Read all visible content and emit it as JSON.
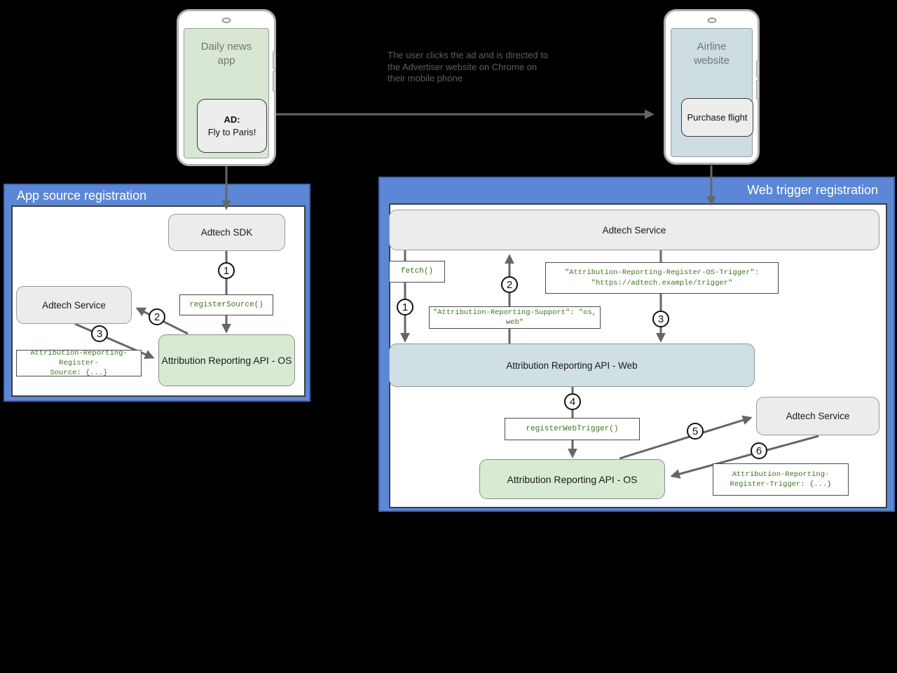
{
  "annotation": {
    "text": "The user clicks the ad and is directed to the Advertiser website on Chrome on their mobile phone"
  },
  "phones": {
    "left": {
      "title": "Daily news app",
      "ad_heading": "AD:",
      "ad_text": "Fly to Paris!"
    },
    "right": {
      "title": "Airline website",
      "button_label": "Purchase flight"
    }
  },
  "panels": {
    "app_source": {
      "title": "App source registration",
      "steps": [
        "1",
        "2",
        "3"
      ],
      "nodes": {
        "adtech_sdk": "Adtech SDK",
        "register_source": "registerSource()",
        "adtech_service": "Adtech Service",
        "register_source_header": {
          "line1": "Attribution-Reporting-Register-",
          "line2": "Source: {...}"
        },
        "api_os": "Attribution Reporting API - OS"
      }
    },
    "web_trigger": {
      "title": "Web trigger registration",
      "steps": [
        "1",
        "2",
        "3",
        "4",
        "5",
        "6"
      ],
      "nodes": {
        "adtech_service_top": "Adtech Service",
        "fetch": "fetch()",
        "os_trigger_header": {
          "line1": "\"Attribution-Reporting-Register-OS-Trigger\":",
          "line2": "\"https://adtech.example/trigger\""
        },
        "support_header": "\"Attribution-Reporting-Support\": \"os, web\"",
        "api_web": "Attribution Reporting API - Web",
        "register_web_trigger": "registerWebTrigger()",
        "adtech_service_right": "Adtech Service",
        "register_trigger_header": {
          "line1": "Attribution-Reporting-",
          "line2": "Register-Trigger: {...}"
        },
        "api_os": "Attribution Reporting API - OS"
      }
    }
  },
  "colors": {
    "panel_blue": "#5c87d6",
    "node_gray": "#ececec",
    "node_green": "#d9ead3",
    "node_blue": "#cfdfe3",
    "code_green": "#38761d",
    "arrow_gray": "#666666",
    "background": "#000000"
  }
}
